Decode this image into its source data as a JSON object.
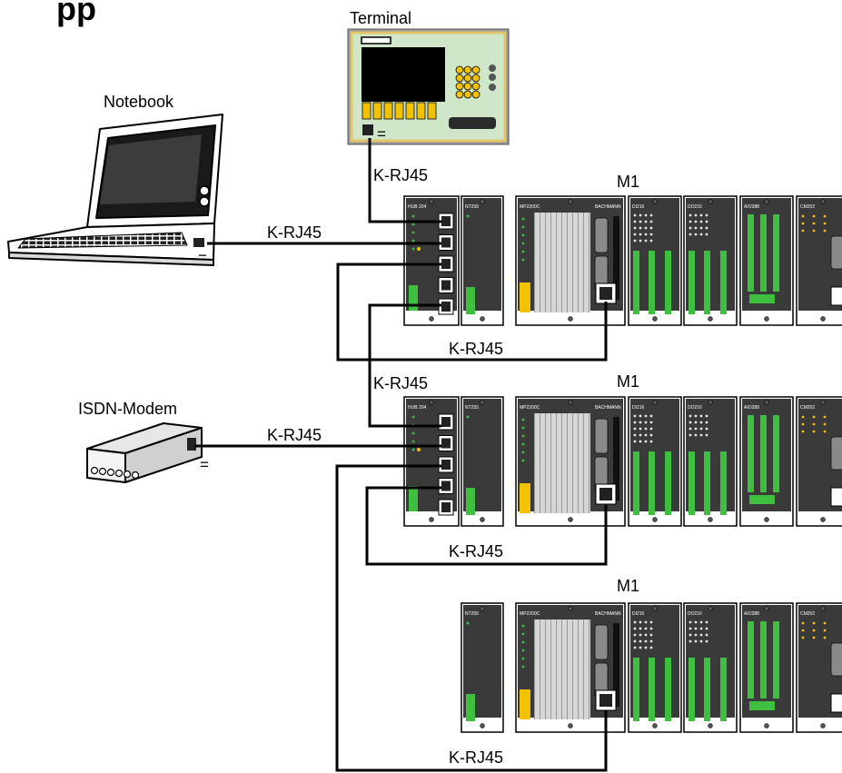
{
  "heading": "pp",
  "devices": {
    "terminal": "Terminal",
    "notebook": "Notebook",
    "isdn_modem": "ISDN-Modem"
  },
  "racks": [
    "M1",
    "M1",
    "M1"
  ],
  "cable_label": "K-RJ45",
  "connector_symbol": "=",
  "module_labels": {
    "hub": "HUB 204",
    "nt": "NT255",
    "mp": "MP2200C",
    "brand": "BACHMANN",
    "di": "DI216",
    "do": "DO216",
    "ai": "AIO288",
    "cm": "CM202"
  },
  "colors": {
    "module_body": "#3a3a3a",
    "io_green": "#3fbf3f",
    "accent_yellow": "#f2c200",
    "terminal_panel": "#cfe7c8",
    "terminal_border": "#e2c46a"
  }
}
